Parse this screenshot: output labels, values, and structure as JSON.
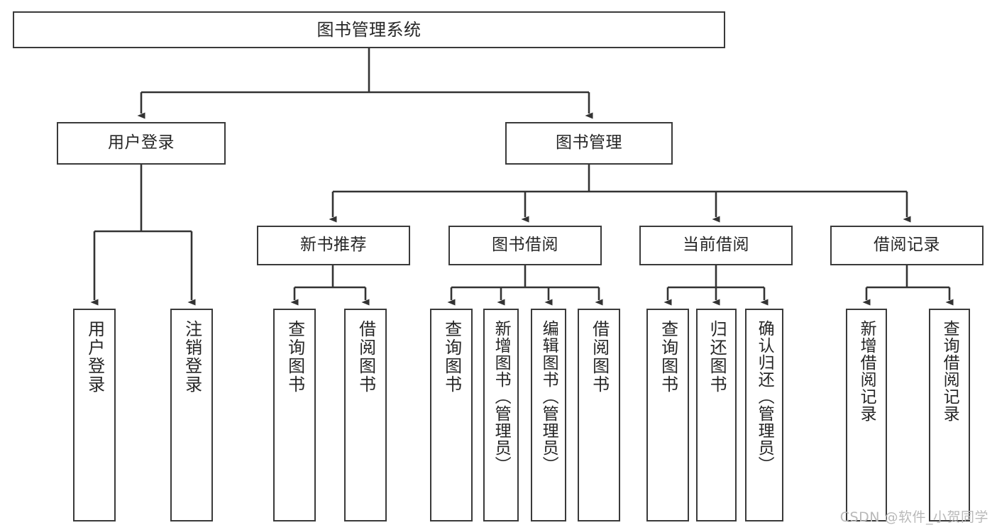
{
  "diagram": {
    "title": "图书管理系统",
    "type": "tree-structure-chart",
    "watermark": "CSDN @软件_小贺同学",
    "colors": {
      "background": "#ffffff",
      "node_border": "#3a3a3a",
      "node_fill": "#ffffff",
      "edge": "#333333",
      "text": "#262626",
      "watermark": "#b9b9b9"
    },
    "root": {
      "label": "图书管理系统"
    },
    "level2": [
      {
        "label": "用户登录"
      },
      {
        "label": "图书管理"
      }
    ],
    "level3": [
      {
        "label": "新书推荐"
      },
      {
        "label": "图书借阅"
      },
      {
        "label": "当前借阅"
      },
      {
        "label": "借阅记录"
      }
    ],
    "leaves": {
      "user_login": [
        {
          "label": "用户登录"
        },
        {
          "label": "注销登录"
        }
      ],
      "new_book_recommend": [
        {
          "label": "查询图书"
        },
        {
          "label": "借阅图书"
        }
      ],
      "book_borrow": [
        {
          "label": "查询图书"
        },
        {
          "label": "新增图书（管理员）"
        },
        {
          "label": "编辑图书（管理员）"
        },
        {
          "label": "借阅图书"
        }
      ],
      "current_borrow": [
        {
          "label": "查询图书"
        },
        {
          "label": "归还图书"
        },
        {
          "label": "确认归还（管理员）"
        }
      ],
      "borrow_record": [
        {
          "label": "新增借阅记录"
        },
        {
          "label": "查询借阅记录"
        }
      ]
    }
  }
}
